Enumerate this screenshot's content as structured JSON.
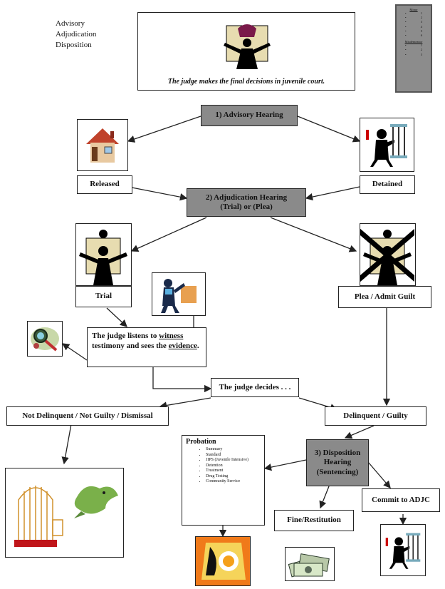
{
  "stages": [
    "Advisory",
    "Adjudication",
    "Disposition"
  ],
  "legend": {
    "heading_1": "Minor",
    "heading_2": "Misdemeanor",
    "items_1": [
      "1",
      "2",
      "3",
      "4",
      "5",
      "6"
    ],
    "items_2": [
      "1",
      "2",
      "3"
    ]
  },
  "header_caption": "The judge makes the final decisions in juvenile court.",
  "nodes": {
    "advisory": "1) Advisory Hearing",
    "released": "Released",
    "detained": "Detained",
    "adjudication_line1": "2) Adjudication Hearing",
    "adjudication_line2": "(Trial) or (Plea)",
    "trial": "Trial",
    "plea": "Plea / Admit Guilt",
    "listen_a": "The judge listens to ",
    "listen_b": "witness",
    "listen_c": " testimony and sees the ",
    "listen_d": "evidence",
    "listen_e": ".",
    "decides": "The judge decides . . .",
    "not_delinquent": "Not Delinquent / Not Guilty / Dismissal",
    "delinquent": "Delinquent / Guilty",
    "disposition_line1": "3) Disposition",
    "disposition_line2": "Hearing",
    "disposition_line3": "(Sentencing)",
    "fine": "Fine/Restitution",
    "commit": "Commit to ADJC"
  },
  "probation": {
    "title": "Probation",
    "items": [
      "Summary",
      "Standard",
      "JIPS (Juvenile Intensive)",
      "Detention",
      "Treatment",
      "Drug Testing",
      "Community Service"
    ]
  }
}
